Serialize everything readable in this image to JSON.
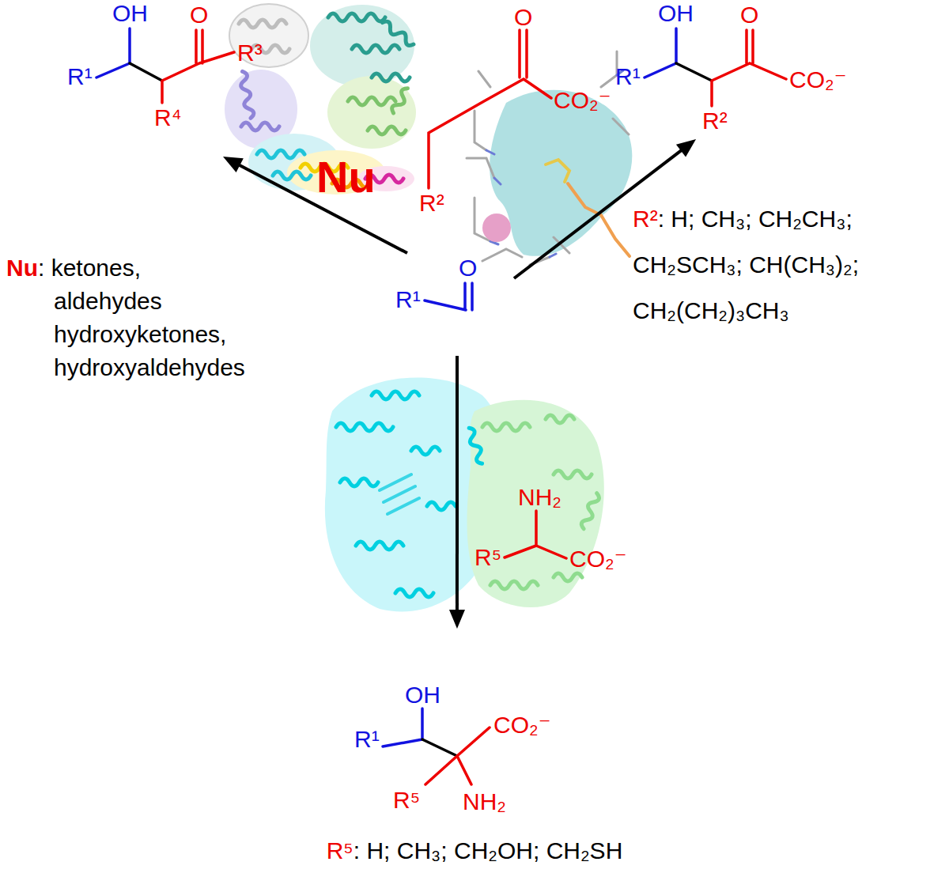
{
  "diagram": {
    "nodes": [
      {
        "text": [
          "R¹",
          "O"
        ]
      },
      {
        "text": [
          "OH",
          "R¹",
          "O",
          "R³",
          "R⁴"
        ]
      },
      {
        "text": [
          "OH",
          "R¹",
          "O",
          "CO₂⁻",
          "R²"
        ]
      },
      {
        "text": [
          "OH",
          "CO₂⁻",
          "R¹",
          "R⁵",
          "NH₂"
        ]
      }
    ],
    "edges": [
      {
        "from": 0,
        "to": 1,
        "arrow": "to"
      },
      {
        "from": 0,
        "to": 2,
        "arrow": "to"
      },
      {
        "from": 0,
        "to": 3,
        "arrow": "to"
      }
    ],
    "labels": [
      "Nu",
      "Nu",
      ": ketones, aldehydes hydroxyketones, hydroxyaldehydes",
      "O",
      "CO₂⁻",
      "R²",
      "R²",
      ": H; CH₃; CH₂CH₃; CH₂SCH₃; CH(CH₃)₂; CH₂(CH₂)₃CH₃",
      "NH₂",
      "R⁵",
      "CO₂⁻",
      "R⁵",
      ": H; CH₃; CH₂OH; CH₂SH"
    ]
  }
}
